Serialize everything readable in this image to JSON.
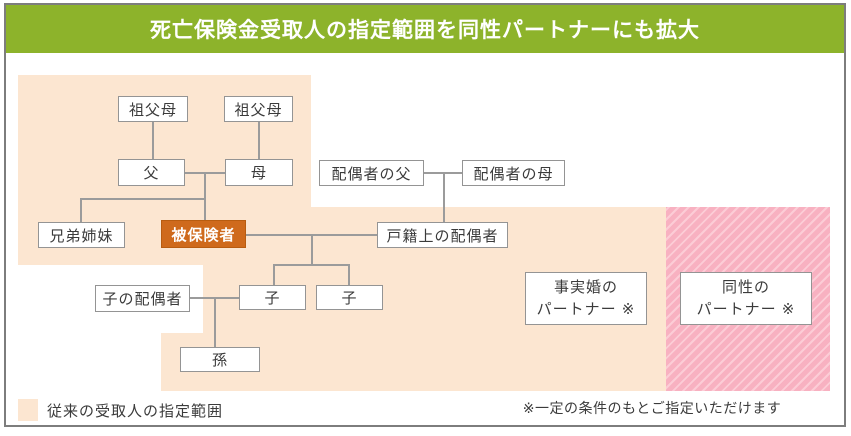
{
  "header": {
    "title": "死亡保険金受取人の指定範囲を同性パートナーにも拡大"
  },
  "tree": {
    "grandparents_paternal": "祖父母",
    "grandparents_maternal": "祖父母",
    "father": "父",
    "mother": "母",
    "siblings": "兄弟姉妹",
    "insured": "被保険者",
    "spouse_father": "配偶者の父",
    "spouse_mother": "配偶者の母",
    "legal_spouse": "戸籍上の配偶者",
    "child_spouse": "子の配偶者",
    "child1": "子",
    "child2": "子",
    "grandchild": "孫"
  },
  "partners": {
    "defacto_line1": "事実婚の",
    "defacto_line2": "パートナー ※",
    "samesex_line1": "同性の",
    "samesex_line2": "パートナー ※"
  },
  "legend": {
    "label": "従来の受取人の指定範囲"
  },
  "footnote": "※一定の条件のもとご指定いただけます",
  "colors": {
    "header_green": "#8db32b",
    "traditional_range_peach": "#fce6d1",
    "expanded_range_pink": "#f8b1c1",
    "insured_orange": "#cf6a1c"
  }
}
